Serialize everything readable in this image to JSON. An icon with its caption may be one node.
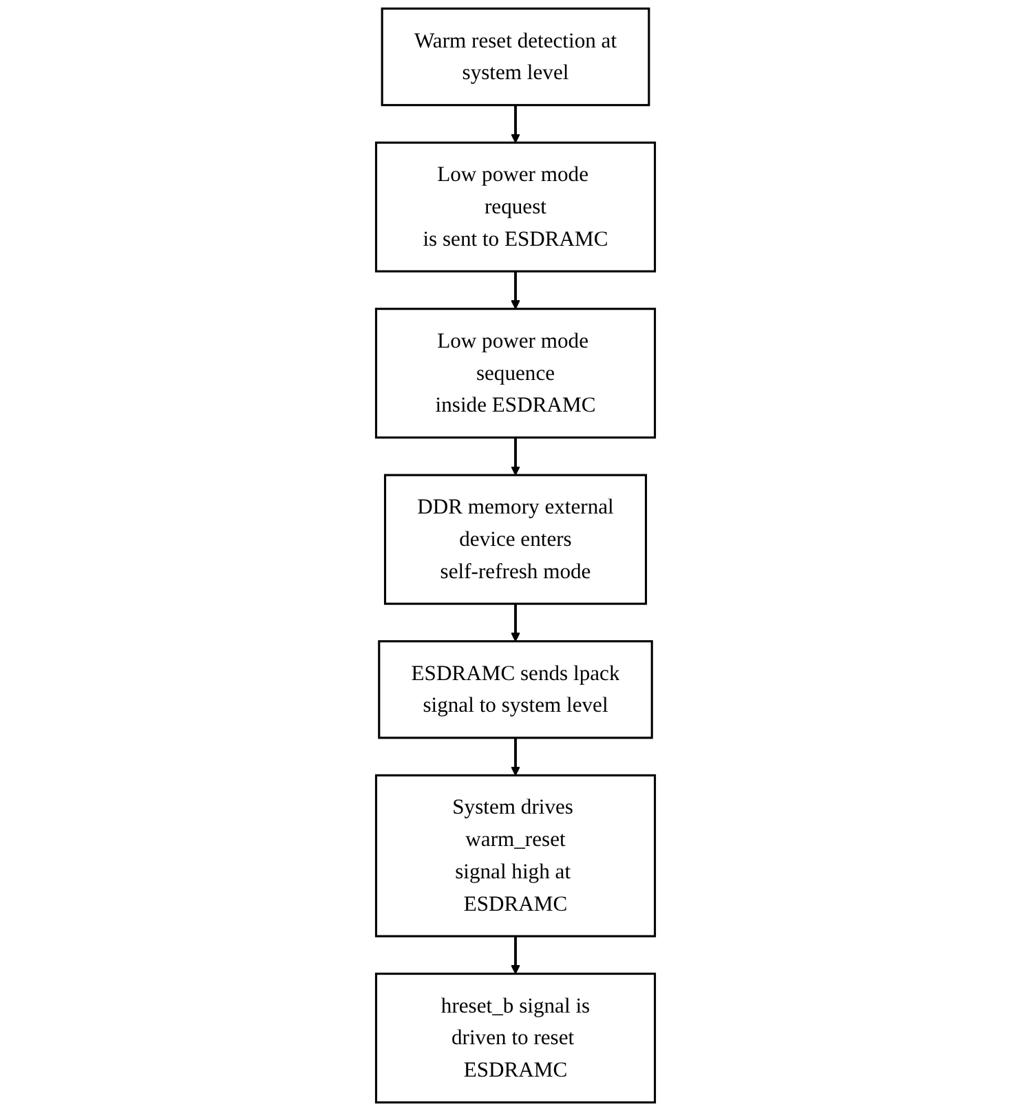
{
  "diagram": {
    "nodes": [
      {
        "text": [
          "Warm reset detection at system level"
        ]
      },
      {
        "text": [
          "Low power mode request is sent to ESDRAMC"
        ]
      },
      {
        "text": [
          "Low power mode sequence inside ESDRAMC"
        ]
      },
      {
        "text": [
          "DDR memory external device enters self-refresh mode"
        ]
      },
      {
        "text": [
          "ESDRAMC sends lpack signal to system level"
        ]
      },
      {
        "text": [
          "System drives warm_reset signal high at ESDRAMC"
        ]
      },
      {
        "text": [
          "hreset_b signal is driven to reset ESDRAMC"
        ]
      }
    ],
    "edges": [
      {
        "from": 0,
        "to": 1,
        "arrow": "to"
      },
      {
        "from": 1,
        "to": 2,
        "arrow": "to"
      },
      {
        "from": 2,
        "to": 3,
        "arrow": "to"
      },
      {
        "from": 3,
        "to": 4,
        "arrow": "to"
      },
      {
        "from": 4,
        "to": 5,
        "arrow": "to"
      },
      {
        "from": 5,
        "to": 6,
        "arrow": "to"
      }
    ]
  }
}
